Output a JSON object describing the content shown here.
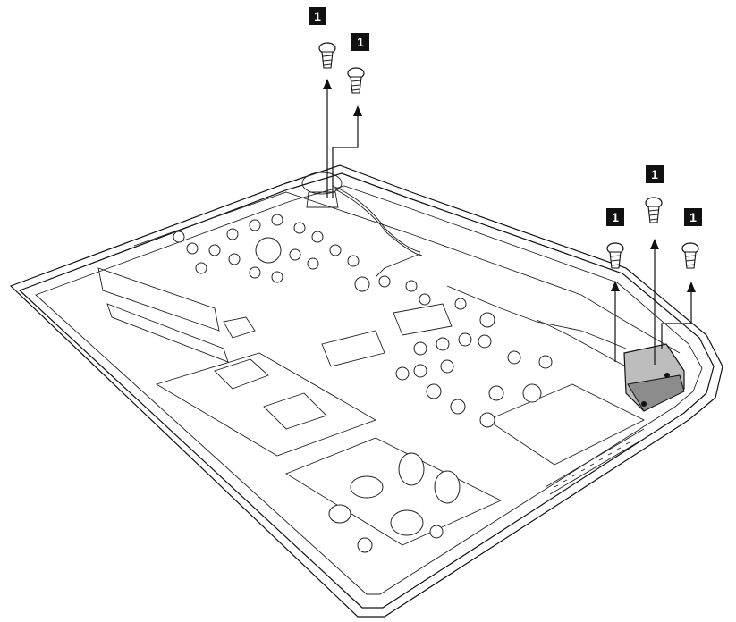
{
  "figure": {
    "callout_color": "#111111",
    "callouts": [
      {
        "id": "screw-a",
        "label": "1"
      },
      {
        "id": "screw-b",
        "label": "1"
      },
      {
        "id": "screw-c",
        "label": "1"
      },
      {
        "id": "screw-d",
        "label": "1"
      },
      {
        "id": "screw-e",
        "label": "1"
      }
    ]
  }
}
